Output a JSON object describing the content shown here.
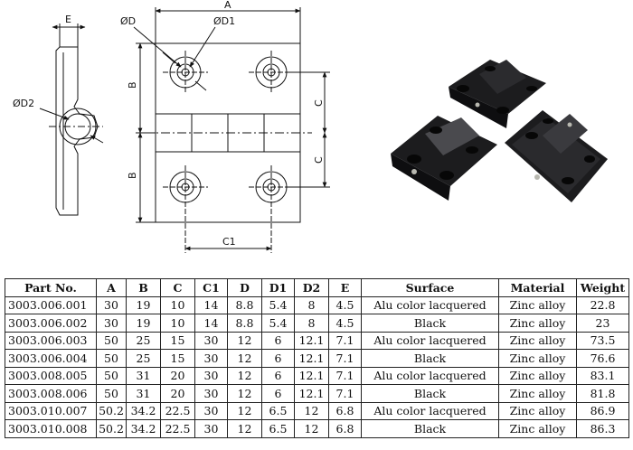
{
  "drawing": {
    "labels": {
      "E": "E",
      "A": "A",
      "D": "ØD",
      "D1": "ØD1",
      "D2": "ØD2",
      "B_top": "B",
      "B_bottom": "B",
      "C_top": "C",
      "C_bottom": "C",
      "C1": "C1"
    },
    "colors": {
      "line": "#111111",
      "hinge_body": "#1c1c1e",
      "hinge_highlight": "#4a4a4e",
      "screw_hole": "#0d0d0d",
      "pin_metal": "#b8b8b0"
    }
  },
  "table": {
    "headers": [
      "Part No.",
      "A",
      "B",
      "C",
      "C1",
      "D",
      "D1",
      "D2",
      "E",
      "Surface",
      "Material",
      "Weight"
    ],
    "rows": [
      [
        "3003.006.001",
        "30",
        "19",
        "10",
        "14",
        "8.8",
        "5.4",
        "8",
        "4.5",
        "Alu color lacquered",
        "Zinc alloy",
        "22.8"
      ],
      [
        "3003.006.002",
        "30",
        "19",
        "10",
        "14",
        "8.8",
        "5.4",
        "8",
        "4.5",
        "Black",
        "Zinc alloy",
        "23"
      ],
      [
        "3003.006.003",
        "50",
        "25",
        "15",
        "30",
        "12",
        "6",
        "12.1",
        "7.1",
        "Alu color lacquered",
        "Zinc alloy",
        "73.5"
      ],
      [
        "3003.006.004",
        "50",
        "25",
        "15",
        "30",
        "12",
        "6",
        "12.1",
        "7.1",
        "Black",
        "Zinc alloy",
        "76.6"
      ],
      [
        "3003.008.005",
        "50",
        "31",
        "20",
        "30",
        "12",
        "6",
        "12.1",
        "7.1",
        "Alu color lacquered",
        "Zinc alloy",
        "83.1"
      ],
      [
        "3003.008.006",
        "50",
        "31",
        "20",
        "30",
        "12",
        "6",
        "12.1",
        "7.1",
        "Black",
        "Zinc alloy",
        "81.8"
      ],
      [
        "3003.010.007",
        "50.2",
        "34.2",
        "22.5",
        "30",
        "12",
        "6.5",
        "12",
        "6.8",
        "Alu color lacquered",
        "Zinc alloy",
        "86.9"
      ],
      [
        "3003.010.008",
        "50.2",
        "34.2",
        "22.5",
        "30",
        "12",
        "6.5",
        "12",
        "6.8",
        "Black",
        "Zinc alloy",
        "86.3"
      ]
    ]
  }
}
